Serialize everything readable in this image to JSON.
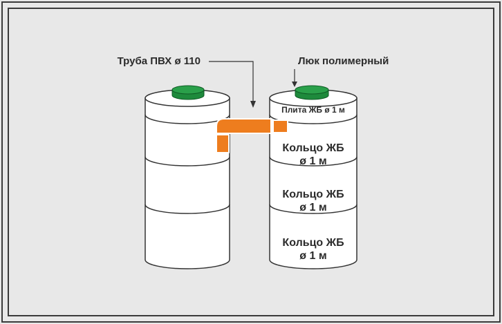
{
  "labels": {
    "pipe": "Труба ПВХ ø 110",
    "hatch": "Люк полимерный",
    "slab": "Плита ЖБ ø 1 м",
    "rings": [
      {
        "line1": "Кольцо ЖБ",
        "line2": "ø 1 м"
      },
      {
        "line1": "Кольцо ЖБ",
        "line2": "ø 1 м"
      },
      {
        "line1": "Кольцо ЖБ",
        "line2": "ø 1 м"
      }
    ]
  },
  "colors": {
    "background": "#e8e8e8",
    "frame": "#3a3a3a",
    "well_fill": "#ffffff",
    "well_stroke": "#333333",
    "hatch_green": "#1e8a3c",
    "pipe_orange": "#ee7d1e"
  }
}
